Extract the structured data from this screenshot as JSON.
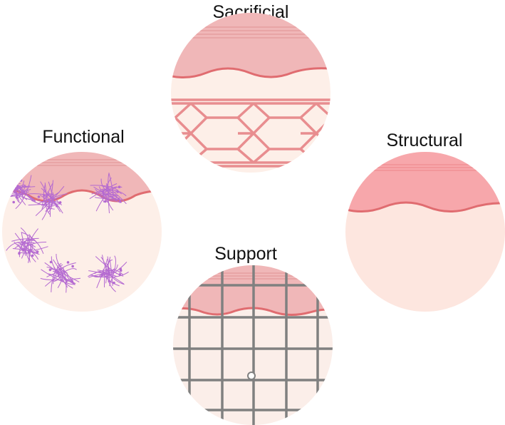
{
  "labels": {
    "sacrificial": "Sacrificial",
    "functional": "Functional",
    "structural": "Structural",
    "support": "Support"
  },
  "colors": {
    "epidermis": "#f0b7b8",
    "dermis": "#fdefe8",
    "basement_line": "#e06c70",
    "structural_epidermis": "#f7a7ab",
    "structural_dermis": "#fde6df",
    "lattice": "#e88d8f",
    "fiber": "#b46ad1",
    "grid": "#808080"
  }
}
